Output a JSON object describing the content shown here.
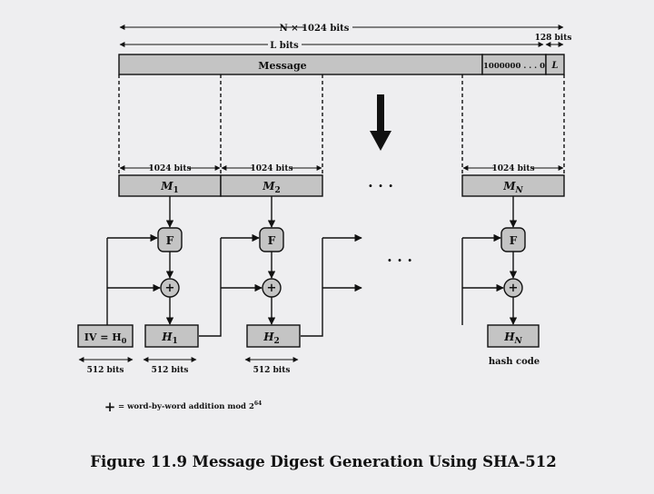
{
  "dims": {
    "total": "N × 1024 bits",
    "length": "L bits",
    "lenfield": "128 bits",
    "block1": "1024  bits",
    "block2": "1024  bits",
    "blockN": "1024  bits",
    "iv": "512  bits",
    "h1": "512  bits",
    "h2": "512  bits"
  },
  "message": {
    "label": "Message",
    "padding": "1000000 . . . 0",
    "length_field": "L"
  },
  "blocks": {
    "m1": "M",
    "m1_sub": "1",
    "m2": "M",
    "m2_sub": "2",
    "mn": "M",
    "mn_sub": "N",
    "ellipsis_top": ". . .",
    "ellipsis_mid": ". . ."
  },
  "ops": {
    "f": "F",
    "plus": "+"
  },
  "hashes": {
    "iv": "IV = H",
    "iv_sub": "0",
    "h1": "H",
    "h1_sub": "1",
    "h2": "H",
    "h2_sub": "2",
    "hn": "H",
    "hn_sub": "N",
    "hash_code": "hash code"
  },
  "legend": {
    "symbol": "+",
    "text": "= word-by-word addition mod 2",
    "exp": "64"
  },
  "caption": "Figure 11.9  Message Digest Generation Using SHA-512"
}
